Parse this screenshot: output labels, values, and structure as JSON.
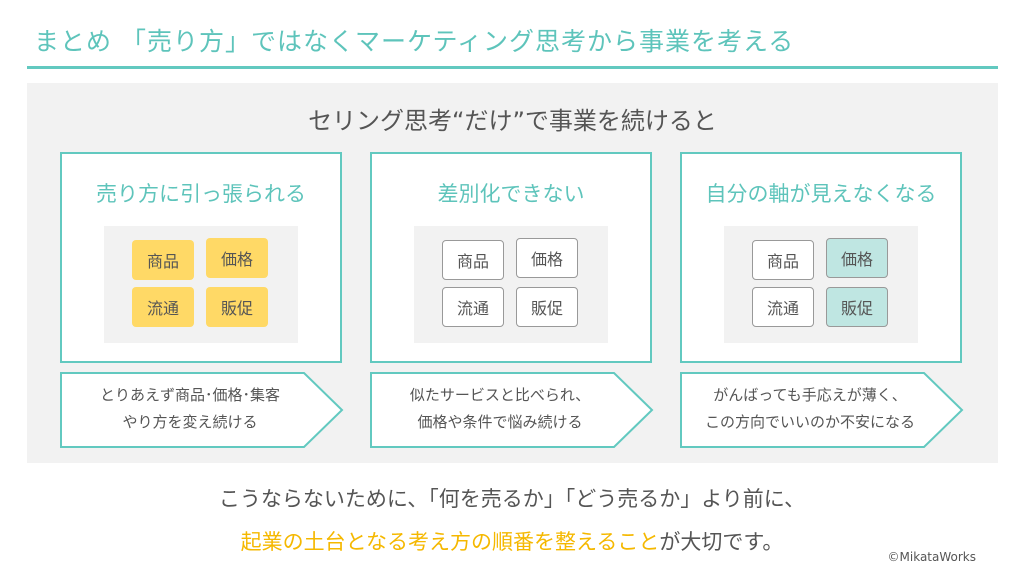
{
  "title": "まとめ 「売り方」ではなくマーケティング思考から事業を考える",
  "subtitle": "セリング思考“だけ”で事業を続けると",
  "columns": [
    {
      "heading": "売り方に引っ張られる",
      "chips": [
        "商品",
        "価格",
        "流通",
        "販促"
      ],
      "chip_styles": [
        "y",
        "y",
        "y",
        "y"
      ],
      "line1": "とりあえず商品･価格･集客",
      "line2": "やり方を変え続ける"
    },
    {
      "heading": "差別化できない",
      "chips": [
        "商品",
        "価格",
        "流通",
        "販促"
      ],
      "chip_styles": [
        "w",
        "w",
        "w",
        "w"
      ],
      "line1": "似たサービスと比べられ、",
      "line2": "価格や条件で悩み続ける"
    },
    {
      "heading": "自分の軸が見えなくなる",
      "chips": [
        "商品",
        "価格",
        "流通",
        "販促"
      ],
      "chip_styles": [
        "w",
        "t",
        "w",
        "t"
      ],
      "line1": "がんばっても手応えが薄く、",
      "line2": "この方向でいいのか不安になる"
    }
  ],
  "bottom_line1": "こうならないために、「何を売るか」「どう売るか」より前に、",
  "bottom_line2_highlight": "起業の土台となる考え方の順番を整えること",
  "bottom_line2_rest": "が大切です。",
  "copyright": "©MikataWorks",
  "colors": {
    "accent": "#5ec4bb",
    "yellow": "#ffd966",
    "light_teal": "#bfe6e2",
    "highlight": "#f5b800"
  }
}
